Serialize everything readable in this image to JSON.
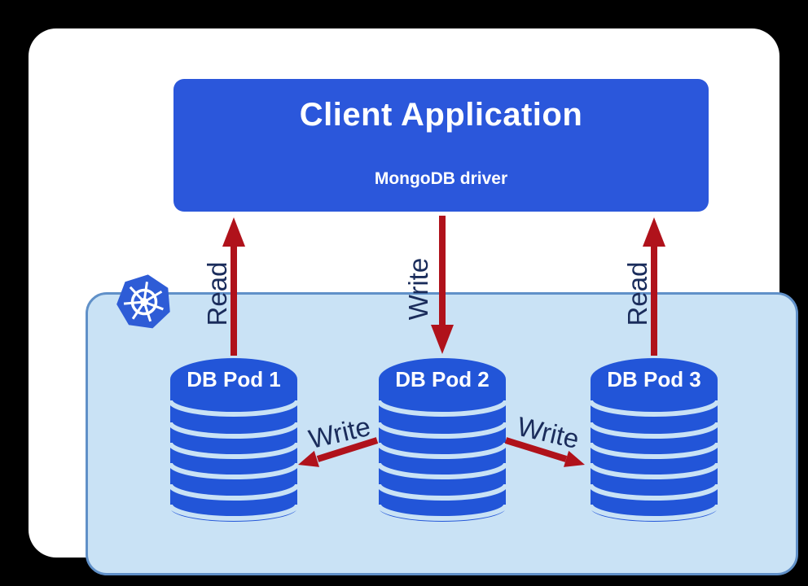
{
  "diagram": {
    "client_box": {
      "title": "Client Application",
      "subtitle": "MongoDB driver"
    },
    "cluster": {
      "platform": "kubernetes",
      "icon": "kubernetes-helm-icon"
    },
    "pods": [
      {
        "label": "DB Pod 1"
      },
      {
        "label": "DB Pod 2"
      },
      {
        "label": "DB Pod 3"
      }
    ],
    "flows": [
      {
        "label": "Read",
        "from": "DB Pod 1",
        "to": "Client Application",
        "direction": "up"
      },
      {
        "label": "Write",
        "from": "Client Application",
        "to": "DB Pod 2",
        "direction": "down"
      },
      {
        "label": "Read",
        "from": "DB Pod 3",
        "to": "Client Application",
        "direction": "up"
      },
      {
        "label": "Write",
        "from": "DB Pod 2",
        "to": "DB Pod 1",
        "direction": "left"
      },
      {
        "label": "Write",
        "from": "DB Pod 2",
        "to": "DB Pod 3",
        "direction": "right"
      }
    ],
    "colors": {
      "frame_bg": "#000000",
      "card_bg": "#ffffff",
      "client_box_blue": "#2b57db",
      "pod_blue": "#2255d8",
      "cluster_fill": "#c9e2f5",
      "cluster_border": "#6090c8",
      "kubernetes_blue": "#2e5cd6",
      "arrow_red": "#b0121b",
      "flow_label_navy": "#1a2c5b",
      "text_white": "#ffffff"
    }
  }
}
